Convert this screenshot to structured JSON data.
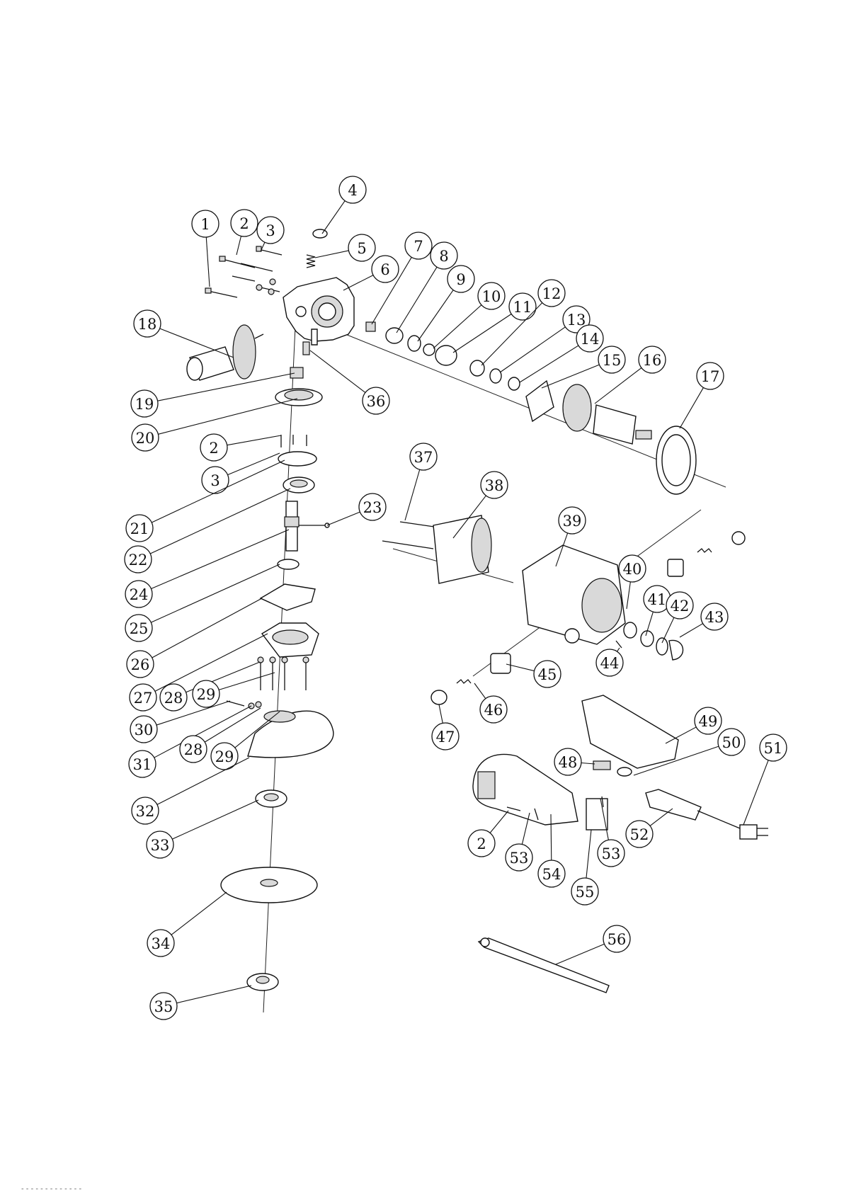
{
  "callouts": [
    {
      "label": "1"
    },
    {
      "label": "2"
    },
    {
      "label": "3"
    },
    {
      "label": "4"
    },
    {
      "label": "5"
    },
    {
      "label": "6"
    },
    {
      "label": "7"
    },
    {
      "label": "8"
    },
    {
      "label": "9"
    },
    {
      "label": "10"
    },
    {
      "label": "11"
    },
    {
      "label": "12"
    },
    {
      "label": "13"
    },
    {
      "label": "14"
    },
    {
      "label": "15"
    },
    {
      "label": "16"
    },
    {
      "label": "17"
    },
    {
      "label": "18"
    },
    {
      "label": "19"
    },
    {
      "label": "20"
    },
    {
      "label": "2"
    },
    {
      "label": "3"
    },
    {
      "label": "21"
    },
    {
      "label": "22"
    },
    {
      "label": "23"
    },
    {
      "label": "24"
    },
    {
      "label": "25"
    },
    {
      "label": "26"
    },
    {
      "label": "27"
    },
    {
      "label": "28"
    },
    {
      "label": "29"
    },
    {
      "label": "30"
    },
    {
      "label": "31"
    },
    {
      "label": "28"
    },
    {
      "label": "29"
    },
    {
      "label": "32"
    },
    {
      "label": "33"
    },
    {
      "label": "34"
    },
    {
      "label": "35"
    },
    {
      "label": "36"
    },
    {
      "label": "37"
    },
    {
      "label": "38"
    },
    {
      "label": "39"
    },
    {
      "label": "40"
    },
    {
      "label": "41"
    },
    {
      "label": "42"
    },
    {
      "label": "43"
    },
    {
      "label": "44"
    },
    {
      "label": "45"
    },
    {
      "label": "46"
    },
    {
      "label": "47"
    },
    {
      "label": "48"
    },
    {
      "label": "49"
    },
    {
      "label": "50"
    },
    {
      "label": "51"
    },
    {
      "label": "52"
    },
    {
      "label": "2"
    },
    {
      "label": "53"
    },
    {
      "label": "54"
    },
    {
      "label": "53"
    },
    {
      "label": "55"
    },
    {
      "label": "56"
    }
  ],
  "footer": {
    "text": "‐ ‐ ‐ ‐ ‐ ‐ ‐ ‐ ‐ ‐ ‐ ‐ ‐"
  }
}
